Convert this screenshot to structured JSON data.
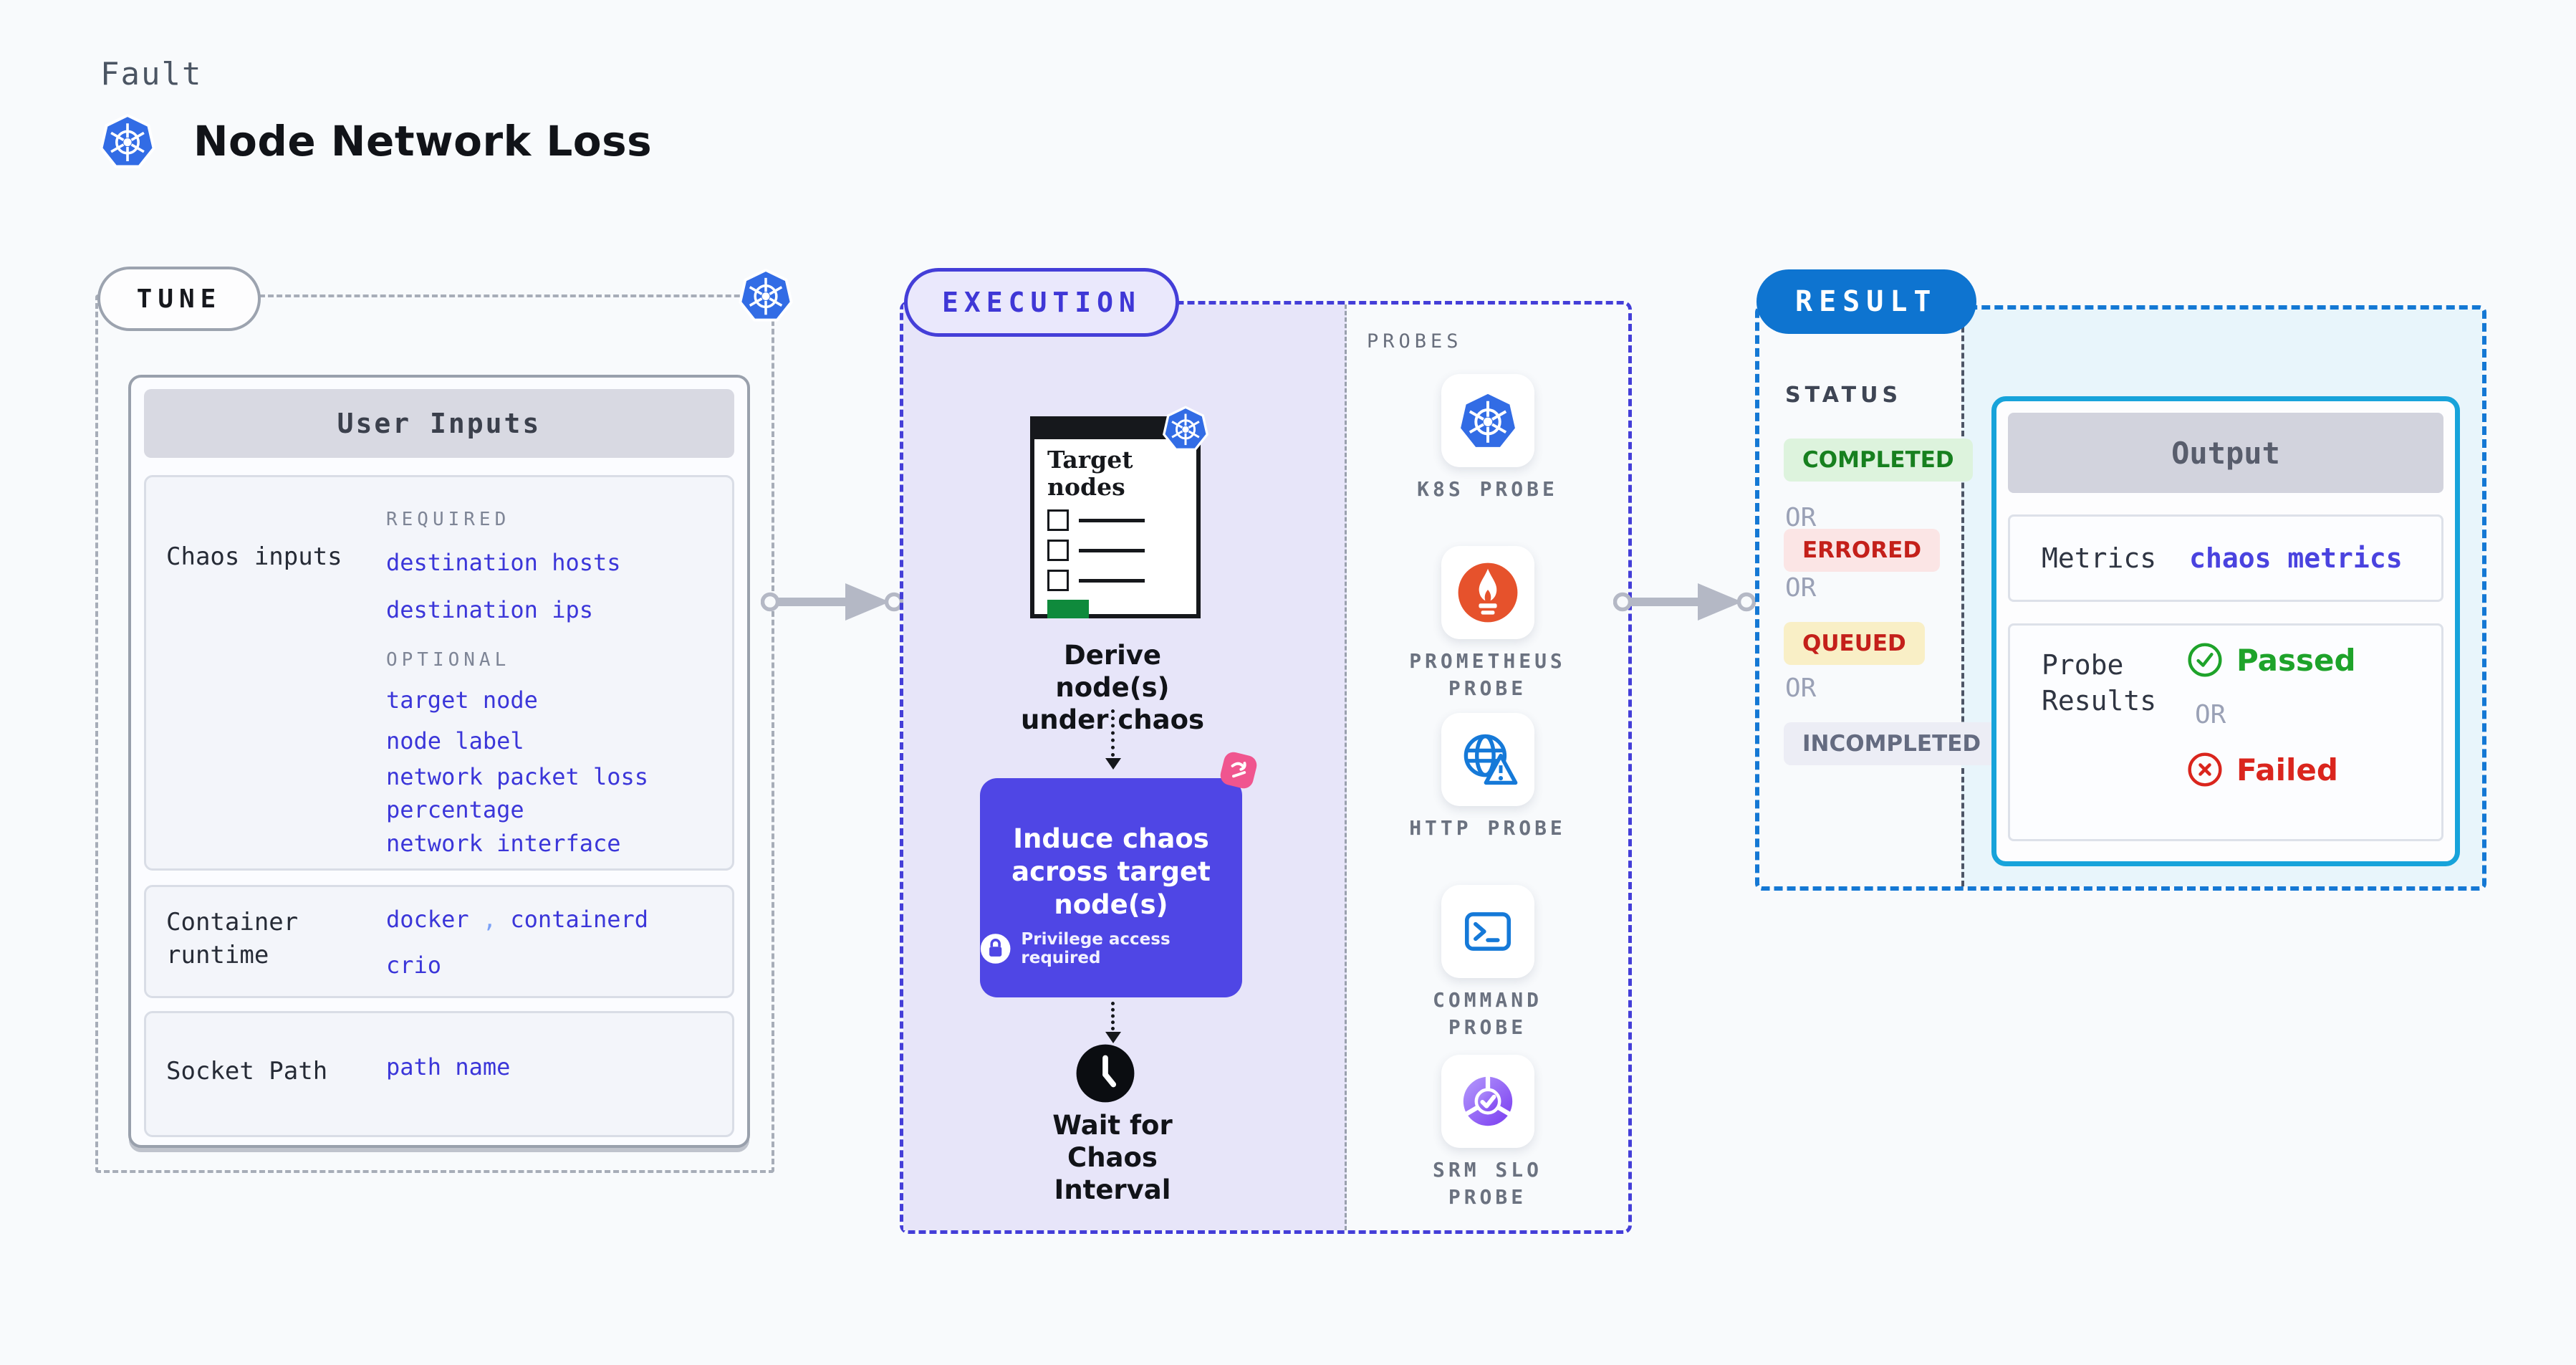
{
  "header": {
    "eyebrow": "Fault",
    "title": "Node Network Loss"
  },
  "tune": {
    "label": "TUNE",
    "user_inputs": {
      "title": "User Inputs",
      "chaos_inputs": {
        "label": "Chaos inputs",
        "required_heading": "REQUIRED",
        "required": [
          "destination hosts",
          "destination ips"
        ],
        "optional_heading": "OPTIONAL",
        "optional": [
          "target node",
          "node label",
          "network packet loss percentage",
          "network interface"
        ]
      },
      "container_runtime": {
        "label": "Container runtime",
        "values": [
          "docker",
          "containerd",
          "crio"
        ],
        "separator": ","
      },
      "socket_path": {
        "label": "Socket Path",
        "value": "path name"
      }
    }
  },
  "execution": {
    "label": "EXECUTION",
    "target_window_caption": "Target nodes",
    "derive_caption": "Derive node(s) under chaos",
    "induce_caption": "Induce chaos across target node(s)",
    "privilege_note": "Privilege access required",
    "wait_caption": "Wait for Chaos Interval"
  },
  "probes": {
    "heading": "PROBES",
    "items": [
      {
        "name": "k8s-probe",
        "line1": "K8S PROBE",
        "line2": ""
      },
      {
        "name": "prometheus-probe",
        "line1": "PROMETHEUS",
        "line2": "PROBE"
      },
      {
        "name": "http-probe",
        "line1": "HTTP PROBE",
        "line2": ""
      },
      {
        "name": "command-probe",
        "line1": "COMMAND",
        "line2": "PROBE"
      },
      {
        "name": "srm-slo-probe",
        "line1": "SRM SLO",
        "line2": "PROBE"
      }
    ]
  },
  "result": {
    "label": "RESULT",
    "status_heading": "STATUS",
    "or_label": "OR",
    "statuses": [
      {
        "label": "COMPLETED",
        "type": "completed"
      },
      {
        "label": "ERRORED",
        "type": "errored"
      },
      {
        "label": "QUEUED",
        "type": "queued"
      },
      {
        "label": "INCOMPLETED",
        "type": "incompleted"
      }
    ],
    "output": {
      "title": "Output",
      "metrics_label": "Metrics",
      "metrics_value": "chaos metrics",
      "probe_results_label": "Probe Results",
      "passed_label": "Passed",
      "or_label": "OR",
      "failed_label": "Failed"
    }
  },
  "colors": {
    "page_bg": "#f8fafc",
    "kubernetes_blue": "#326ce5",
    "execution_border": "#443ed8",
    "induce_card": "#4f46e5",
    "pink_badge": "#f0558f",
    "result_pill": "#0e74d0",
    "result_border": "#1478d4",
    "output_border": "#17a3da",
    "link_blue": "#3b36d9",
    "completed_green": "#17801f",
    "errored_red": "#c4201a",
    "passed_green": "#1ea32a",
    "failed_red": "#da251d",
    "prometheus_orange": "#e6522c",
    "target_green": "#0f8a3c"
  },
  "icons": [
    "kubernetes-icon",
    "target-nodes-window-icon",
    "lock-icon",
    "chaos-pink-badge-icon",
    "clock-icon",
    "k8s-probe-icon",
    "prometheus-probe-icon",
    "http-probe-icon",
    "command-probe-icon",
    "srm-slo-probe-icon",
    "check-circle-icon",
    "x-circle-icon",
    "flow-arrow-icon"
  ]
}
